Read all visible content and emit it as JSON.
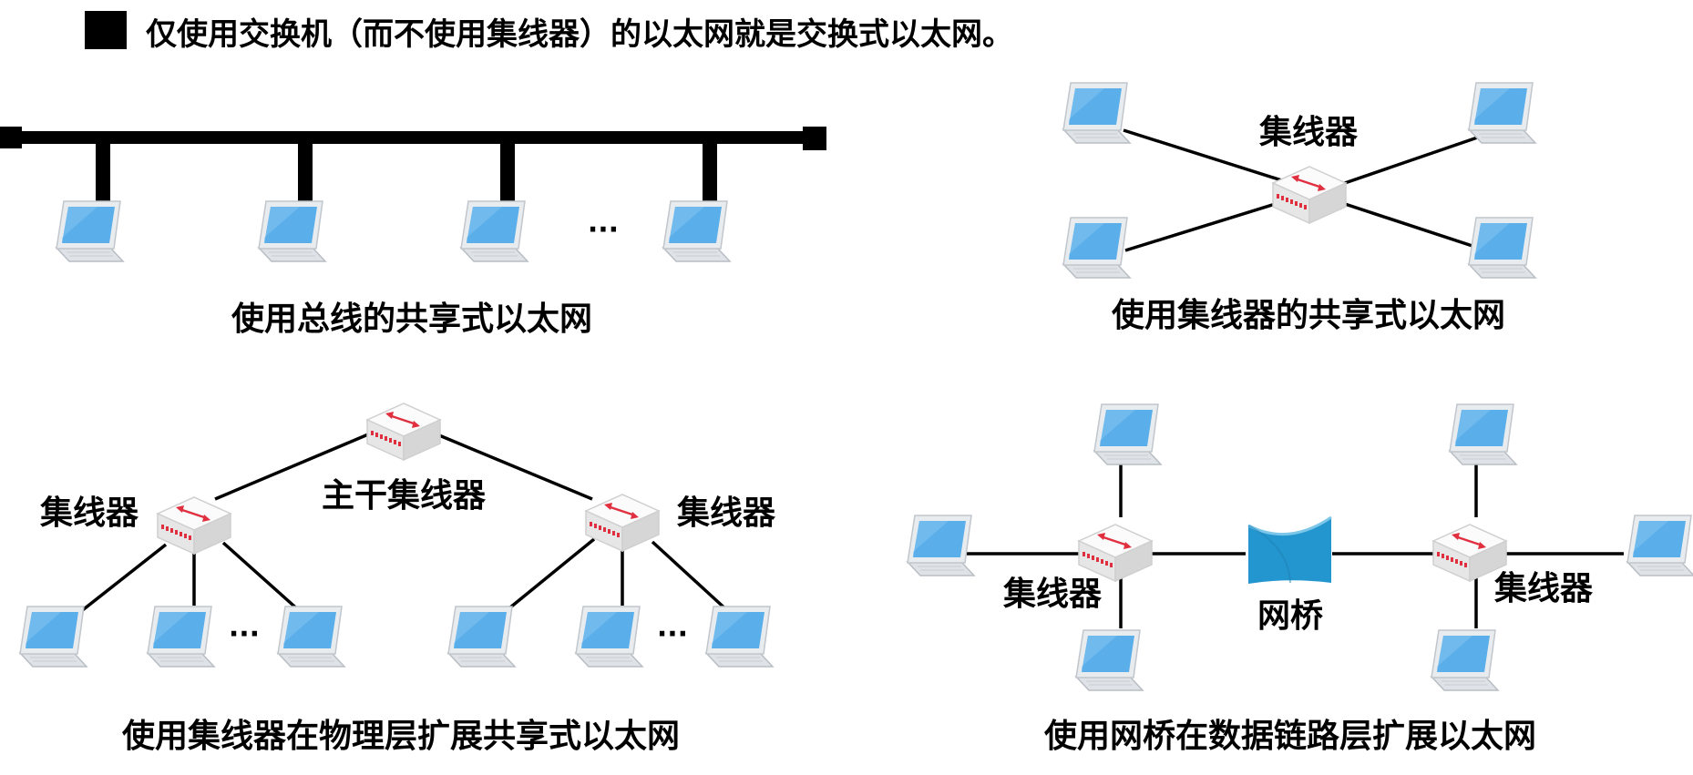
{
  "header": {
    "text": "仅使用交换机（而不使用集线器）的以太网就是交换式以太网。"
  },
  "colors": {
    "laptop_screen": "#5aaeea",
    "laptop_body": "#e9ecef",
    "hub_body": "#f0f0f0",
    "hub_accent": "#e03040",
    "bridge": "#2496cf",
    "line": "#000000"
  },
  "panels": {
    "bus": {
      "caption": "使用总线的共享式以太网",
      "ellipsis": "···"
    },
    "hub_star": {
      "caption": "使用集线器的共享式以太网",
      "hub_label": "集线器"
    },
    "hub_tree": {
      "caption": "使用集线器在物理层扩展共享式以太网",
      "backbone_label": "主干集线器",
      "left_hub_label": "集线器",
      "right_hub_label": "集线器",
      "ellipsis": "···"
    },
    "bridge": {
      "caption": "使用网桥在数据链路层扩展以太网",
      "left_hub_label": "集线器",
      "right_hub_label": "集线器",
      "bridge_label": "网桥"
    }
  }
}
